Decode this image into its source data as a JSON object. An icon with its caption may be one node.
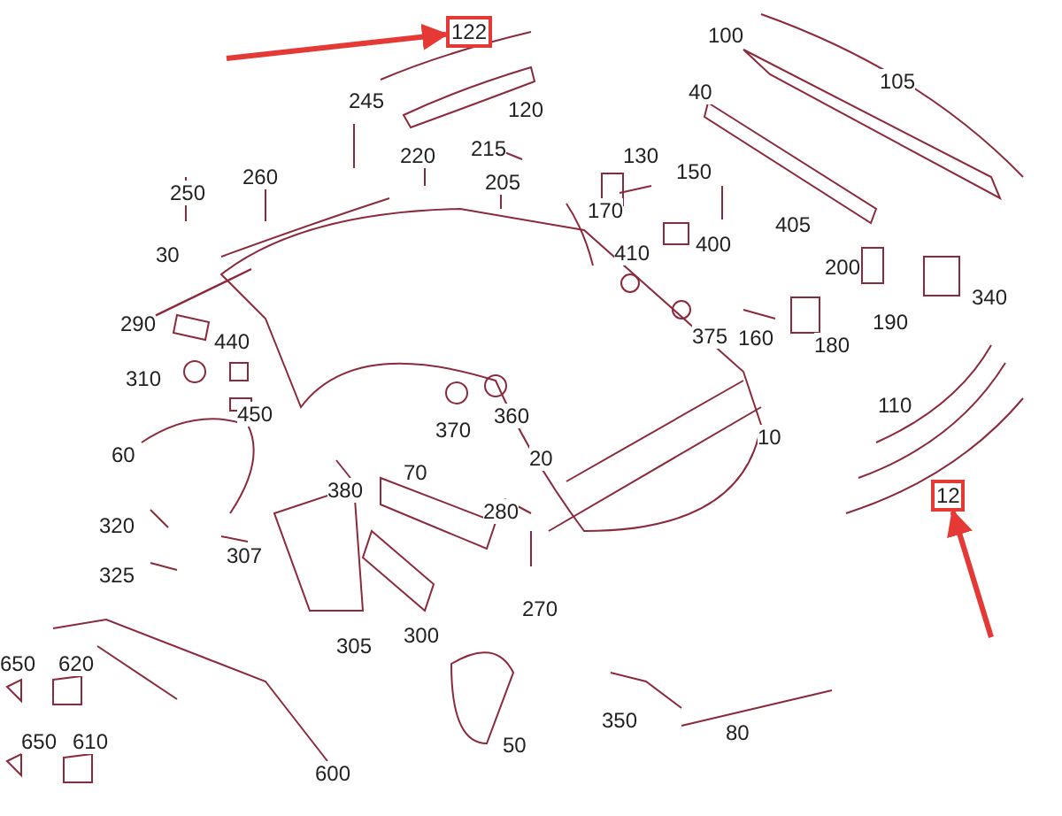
{
  "diagram": {
    "nodes": [
      {
        "text": [
          "122"
        ]
      },
      {
        "text": [
          "12"
        ]
      },
      {
        "text": [
          "290"
        ]
      }
    ],
    "edges": [
      {
        "from": null,
        "to": 0,
        "arrow": "to"
      },
      {
        "from": null,
        "to": 1,
        "arrow": "to"
      },
      {
        "from": 2,
        "to": null,
        "arrow": "none"
      }
    ],
    "labels": [
      "245",
      "100",
      "105",
      "120",
      "40",
      "220",
      "215",
      "250",
      "260",
      "205",
      "130",
      "150",
      "30",
      "170",
      "410",
      "400",
      "405",
      "440",
      "375",
      "160",
      "200",
      "190",
      "180",
      "340",
      "310",
      "450",
      "370",
      "360",
      "10",
      "110",
      "60",
      "380",
      "70",
      "20",
      "320",
      "307",
      "280",
      "325",
      "270",
      "305",
      "300",
      "650",
      "620",
      "650",
      "610",
      "600",
      "50",
      "350",
      "80"
    ]
  }
}
